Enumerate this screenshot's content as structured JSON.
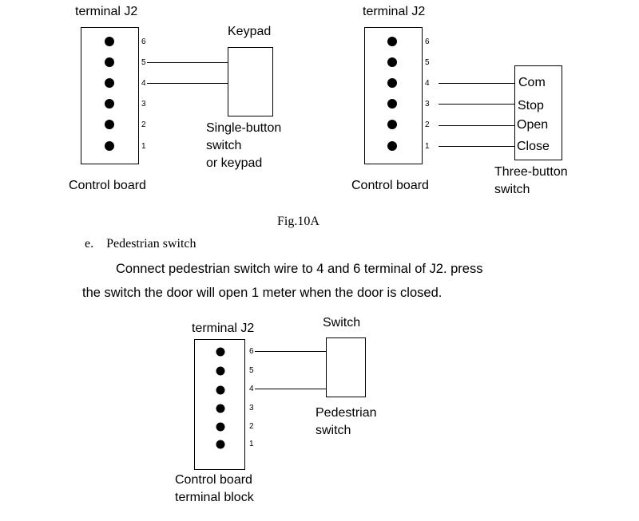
{
  "figure_a": {
    "left": {
      "terminal_label": "terminal J2",
      "pins": [
        "6",
        "5",
        "4",
        "3",
        "2",
        "1"
      ],
      "board_label": "Control board",
      "device_title": "Keypad",
      "device_caption": [
        "Single-button",
        "switch",
        "or keypad"
      ]
    },
    "right": {
      "terminal_label": "terminal J2",
      "pins": [
        "6",
        "5",
        "4",
        "3",
        "2",
        "1"
      ],
      "board_label": "Control board",
      "device_terminals": [
        "Com",
        "Stop",
        "Open",
        "Close"
      ],
      "device_caption": [
        "Three-button",
        "switch"
      ]
    },
    "caption": "Fig.10A"
  },
  "section": {
    "heading": "e.    Pedestrian switch",
    "paragraph_line1": "Connect pedestrian switch wire to 4 and 6 terminal of J2. press",
    "paragraph_line2": "the switch the door will open 1 meter when the door is closed."
  },
  "figure_b": {
    "terminal_label": "terminal J2",
    "pins": [
      "6",
      "5",
      "4",
      "3",
      "2",
      "1"
    ],
    "device_title": "Switch",
    "device_caption": [
      "Pedestrian",
      "switch"
    ],
    "board_caption": [
      "Control board",
      "terminal block"
    ]
  }
}
